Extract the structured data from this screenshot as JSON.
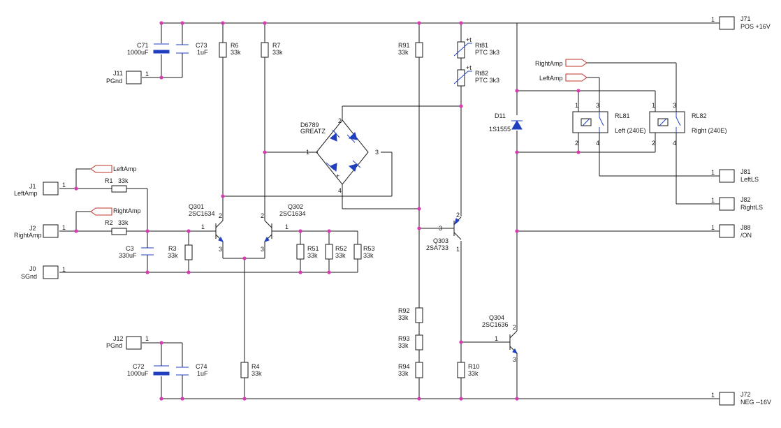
{
  "connectors": {
    "j71": {
      "ref": "J71",
      "name": "POS +16V",
      "pin": "1"
    },
    "j72": {
      "ref": "J72",
      "name": "NEG --16V",
      "pin": "1"
    },
    "j11": {
      "ref": "J11",
      "name": "PGnd",
      "pin": "1"
    },
    "j12": {
      "ref": "J12",
      "name": "PGnd",
      "pin": "1"
    },
    "j1": {
      "ref": "J1",
      "name": "LeftAmp",
      "pin": "1"
    },
    "j2": {
      "ref": "J2",
      "name": "RightAmp",
      "pin": "1"
    },
    "j0": {
      "ref": "J0",
      "name": "SGnd",
      "pin": "1"
    },
    "j81": {
      "ref": "J81",
      "name": "LeftLS",
      "pin": "1"
    },
    "j82": {
      "ref": "J82",
      "name": "RightLS",
      "pin": "1"
    },
    "j88": {
      "ref": "J88",
      "name": "/ON",
      "pin": "1"
    }
  },
  "flags": {
    "left_amp": "LeftAmp",
    "right_amp": "RightAmp"
  },
  "components": {
    "c71": {
      "ref": "C71",
      "value": "1000uF"
    },
    "c73": {
      "ref": "C73",
      "value": "1uF"
    },
    "c72": {
      "ref": "C72",
      "value": "1000uF"
    },
    "c74": {
      "ref": "C74",
      "value": "1uF"
    },
    "c3": {
      "ref": "C3",
      "value": "330uF"
    },
    "r1": {
      "ref": "R1",
      "value": "33k"
    },
    "r2": {
      "ref": "R2",
      "value": "33k"
    },
    "r3": {
      "ref": "R3",
      "value": "33k"
    },
    "r4": {
      "ref": "R4",
      "value": "33k"
    },
    "r6": {
      "ref": "R6",
      "value": "33k"
    },
    "r7": {
      "ref": "R7",
      "value": "33k"
    },
    "r10": {
      "ref": "R10",
      "value": "33k"
    },
    "r51": {
      "ref": "R51",
      "value": "33k"
    },
    "r52": {
      "ref": "R52",
      "value": "33k"
    },
    "r53": {
      "ref": "R53",
      "value": "33k"
    },
    "r91": {
      "ref": "R91",
      "value": "33k"
    },
    "r92": {
      "ref": "R92",
      "value": "33k"
    },
    "r93": {
      "ref": "R93",
      "value": "33k"
    },
    "r94": {
      "ref": "R94",
      "value": "33k"
    },
    "rt81": {
      "ref": "Rt81",
      "value": "PTC 3k3"
    },
    "rt82": {
      "ref": "Rt82",
      "value": "PTC 3k3"
    },
    "q301": {
      "ref": "Q301",
      "value": "2SC1634"
    },
    "q302": {
      "ref": "Q302",
      "value": "2SC1634"
    },
    "q303": {
      "ref": "Q303",
      "value": "2SA733"
    },
    "q304": {
      "ref": "Q304",
      "value": "2SC1636"
    },
    "d6789": {
      "ref": "D6789",
      "value": "GREATZ"
    },
    "d11": {
      "ref": "D11",
      "value": "1S1555"
    },
    "rl81": {
      "ref": "RL81",
      "value": "Left (240E)"
    },
    "rl82": {
      "ref": "RL82",
      "value": "Right (240E)"
    }
  },
  "pins": {
    "p1": "1",
    "p2": "2",
    "p3": "3",
    "p4": "4",
    "plus": "+",
    "ptc": "+t"
  }
}
